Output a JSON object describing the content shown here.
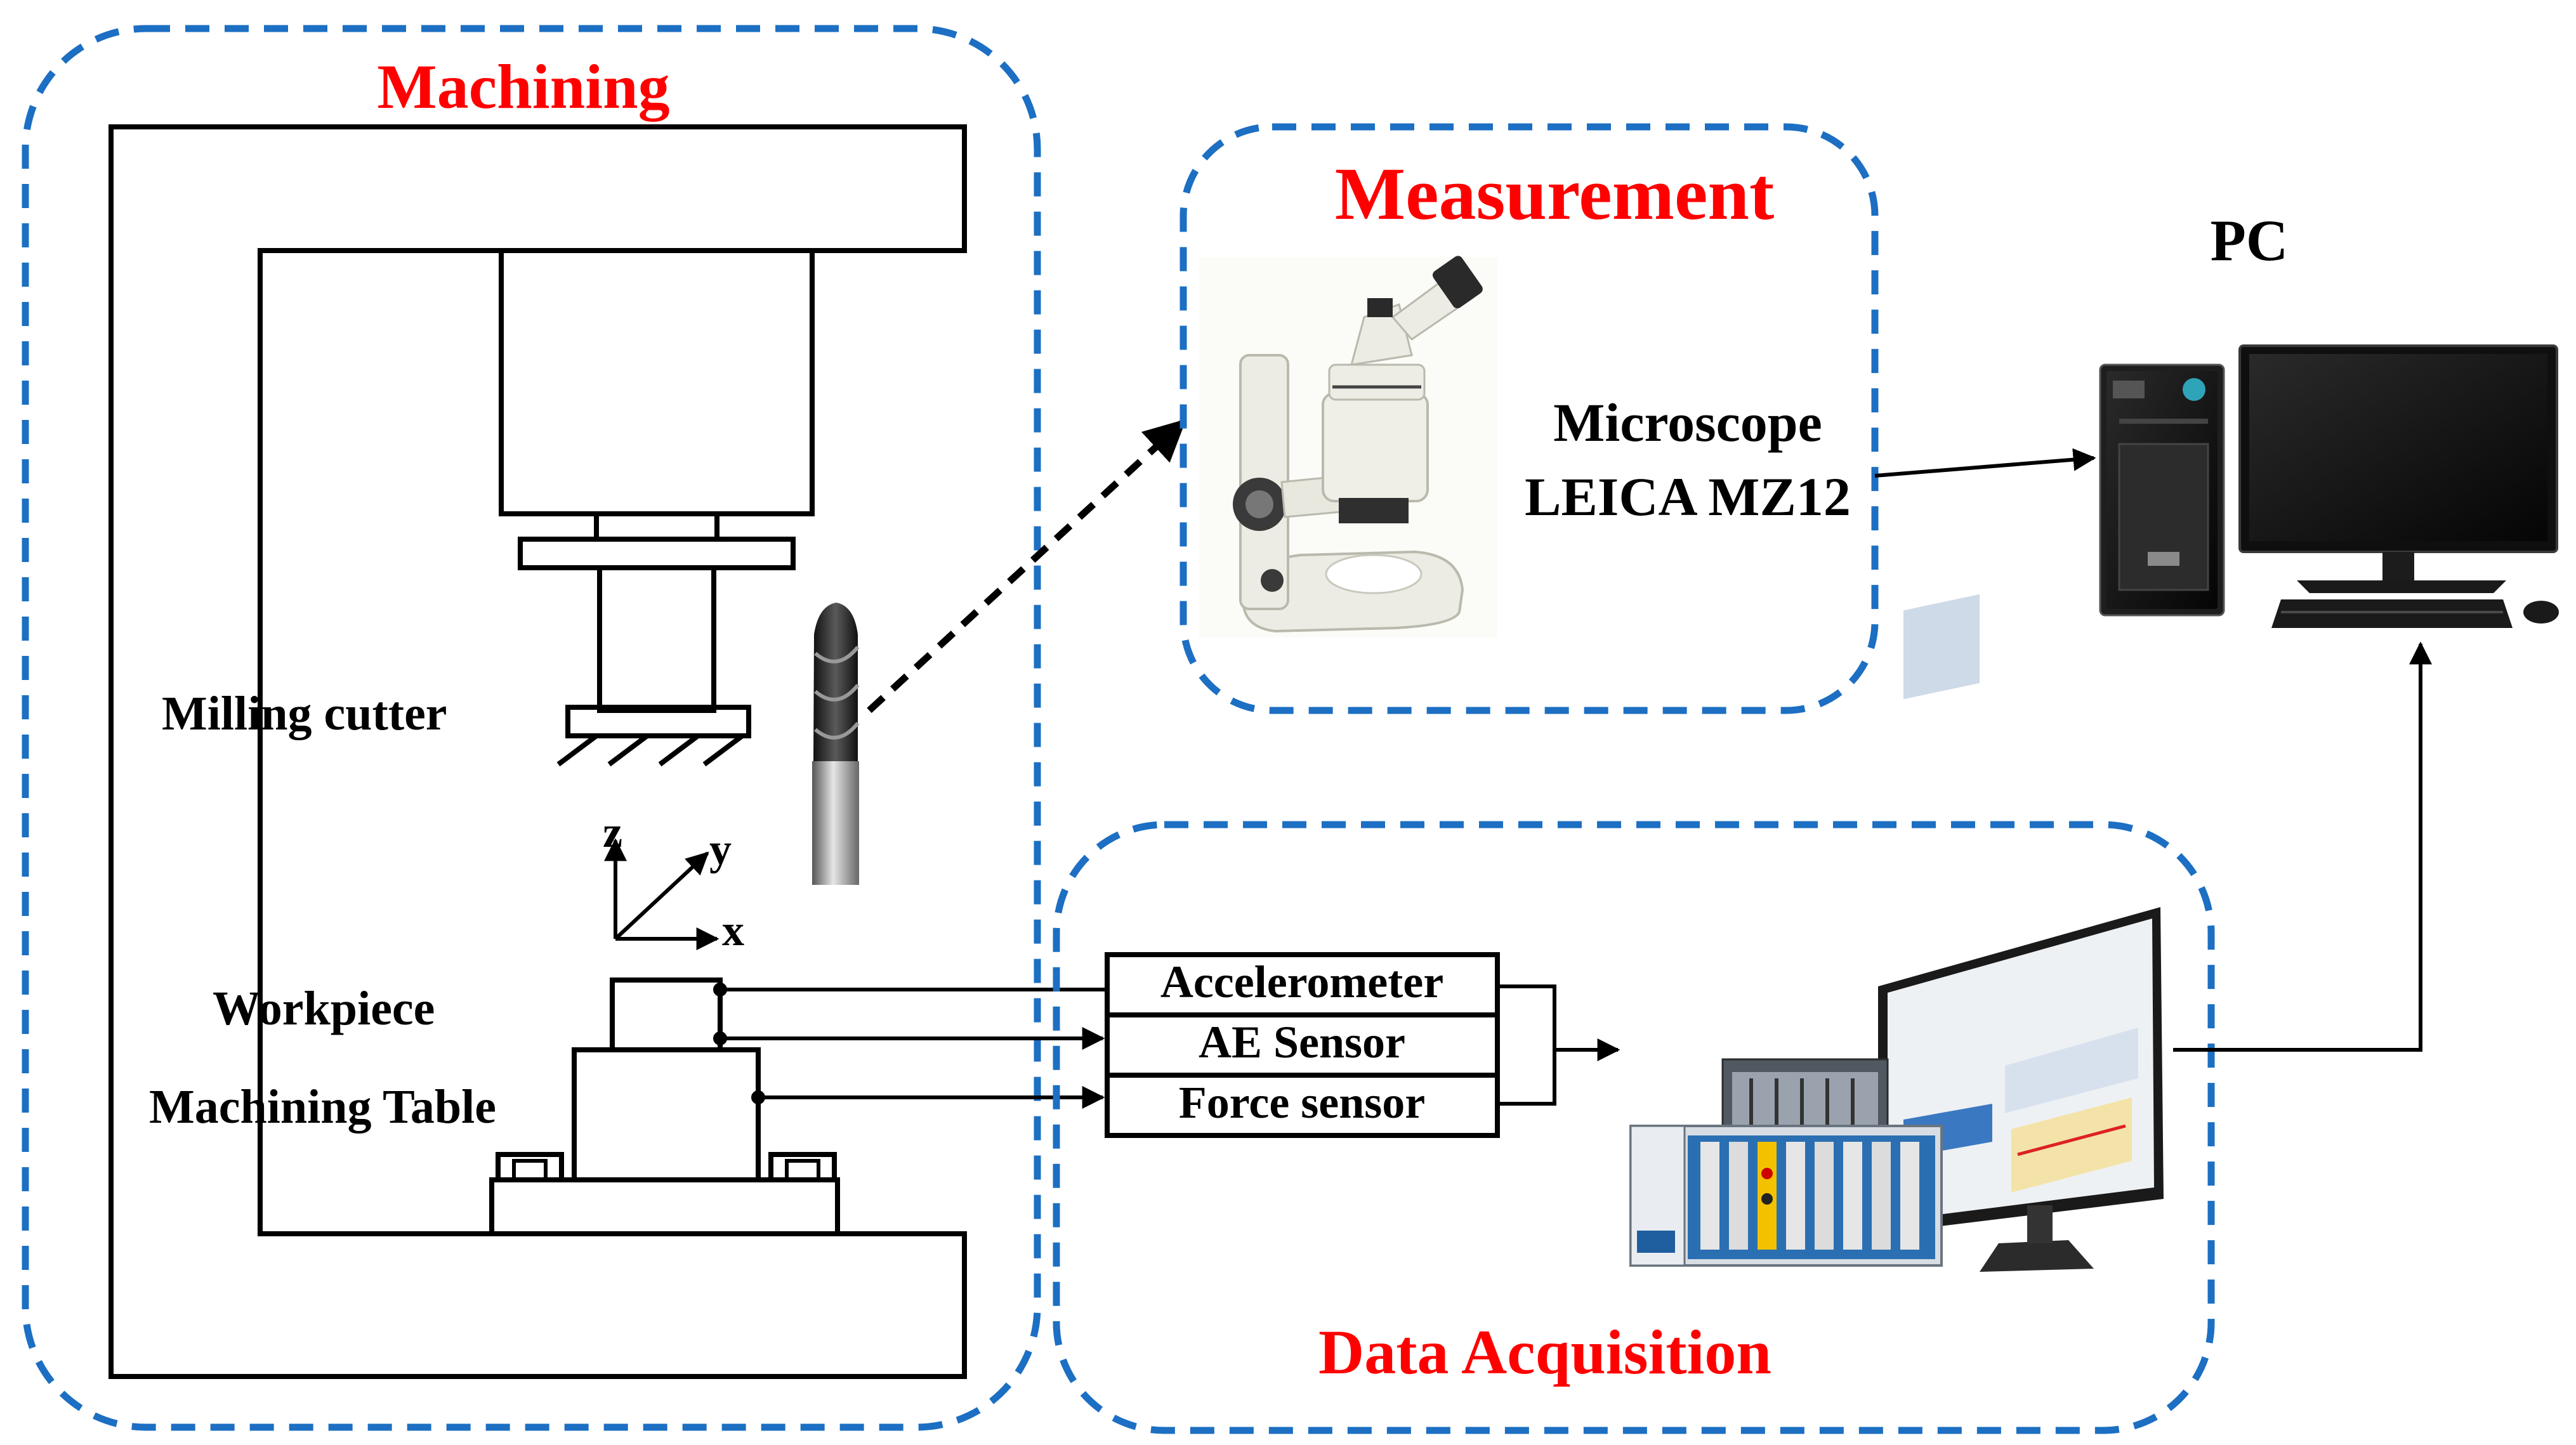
{
  "colors": {
    "section_border": "#1c6fc2",
    "section_title": "#ff0000",
    "line": "#000000"
  },
  "sections": {
    "machining": "Machining",
    "measurement": "Measurement",
    "data_acquisition": "Data Acquisition",
    "pc": "PC"
  },
  "labels": {
    "milling_cutter": "Milling cutter",
    "workpiece": "Workpiece",
    "machining_table": "Machining Table",
    "microscope_line1": "Microscope",
    "microscope_line2": "LEICA MZ12",
    "axis_x": "x",
    "axis_y": "y",
    "axis_z": "z"
  },
  "sensors": [
    "Accelerometer",
    "AE Sensor",
    "Force sensor"
  ],
  "icons": {
    "end_mill": "end-mill-icon",
    "microscope": "microscope-icon",
    "daq": "daq-chassis-icon",
    "pc": "desktop-pc-icon"
  }
}
